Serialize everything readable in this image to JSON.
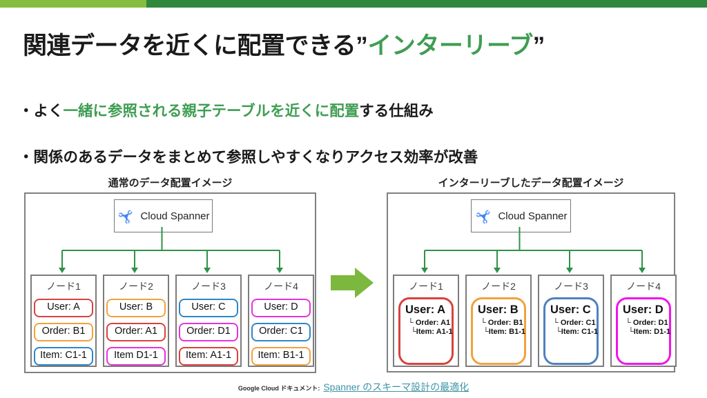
{
  "colors": {
    "topbar_light": "#86BD40",
    "topbar_dark": "#30873E",
    "highlight_green": "#3F9D53",
    "connector": "#2E9149",
    "transform_arrow": "#7CB83E",
    "spanner_icon_primary": "#4285F4",
    "spanner_icon_secondary": "#669DF6",
    "footer_link": "#3E93A8"
  },
  "title": {
    "black_1": "関連データを近くに配置できる”",
    "highlight": "インターリーブ",
    "black_2": "”"
  },
  "bullets": {
    "item1_prefix": "・よく",
    "item1_highlight": "一緒に参照される親子テーブルを近くに配置",
    "item1_suffix": "する仕組み",
    "item2_text": "・関係のあるデータをまとめて参照しやすくなりアクセス効率が改善"
  },
  "diagram_left": {
    "title": "通常のデータ配置イメージ",
    "spanner_label": "Cloud Spanner",
    "nodes": [
      {
        "name": "ノード1",
        "chips": [
          {
            "label": "User: A",
            "color": "#D9413E"
          },
          {
            "label": "Order: B1",
            "color": "#F0A23C"
          },
          {
            "label": "Item: C1-1",
            "color": "#2F86C6"
          }
        ]
      },
      {
        "name": "ノード2",
        "chips": [
          {
            "label": "User: B",
            "color": "#F0A23C"
          },
          {
            "label": "Order: A1",
            "color": "#D9413E"
          },
          {
            "label": "Item D1-1",
            "color": "#E433DC"
          }
        ]
      },
      {
        "name": "ノード3",
        "chips": [
          {
            "label": "User: C",
            "color": "#2F86C6"
          },
          {
            "label": "Order: D1",
            "color": "#E433DC"
          },
          {
            "label": "Item: A1-1",
            "color": "#D9413E"
          }
        ]
      },
      {
        "name": "ノード4",
        "chips": [
          {
            "label": "User: D",
            "color": "#E433DC"
          },
          {
            "label": "Order: C1",
            "color": "#2F86C6"
          },
          {
            "label": "Item: B1-1",
            "color": "#F0A23C"
          }
        ]
      }
    ]
  },
  "diagram_right": {
    "title": "インターリーブしたデータ配置イメージ",
    "spanner_label": "Cloud Spanner",
    "nodes": [
      {
        "name": "ノード1",
        "color": "#D9413E",
        "user": "User: A",
        "order": "└ Order: A1",
        "item": "└Item: A1-1"
      },
      {
        "name": "ノード2",
        "color": "#F0A23C",
        "user": "User: B",
        "order": "└ Order: B1",
        "item": "└Item: B1-1"
      },
      {
        "name": "ノード3",
        "color": "#4E81BD",
        "user": "User: C",
        "order": "└ Order: C1",
        "item": "└Item: C1-1"
      },
      {
        "name": "ノード4",
        "color": "#EE16EA",
        "user": "User: D",
        "order": "└ Order: D1",
        "item": "└Item: D1-1"
      }
    ]
  },
  "footer": {
    "prefix": "Google Cloud ドキュメント:",
    "link": "Spanner のスキーマ設計の最適化"
  }
}
